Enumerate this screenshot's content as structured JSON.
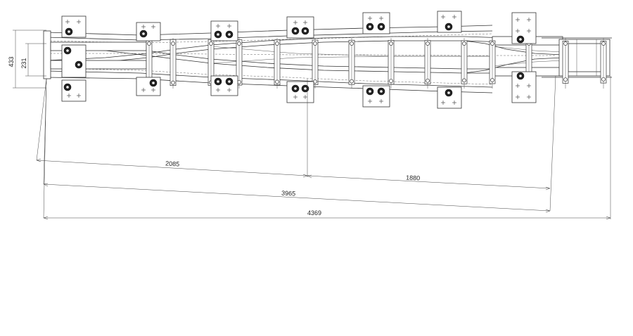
{
  "dimensions": {
    "d_433": "433",
    "d_231": "231",
    "d_2085": "2085",
    "d_1880": "1880",
    "d_3965": "3965",
    "d_4369": "4369"
  }
}
